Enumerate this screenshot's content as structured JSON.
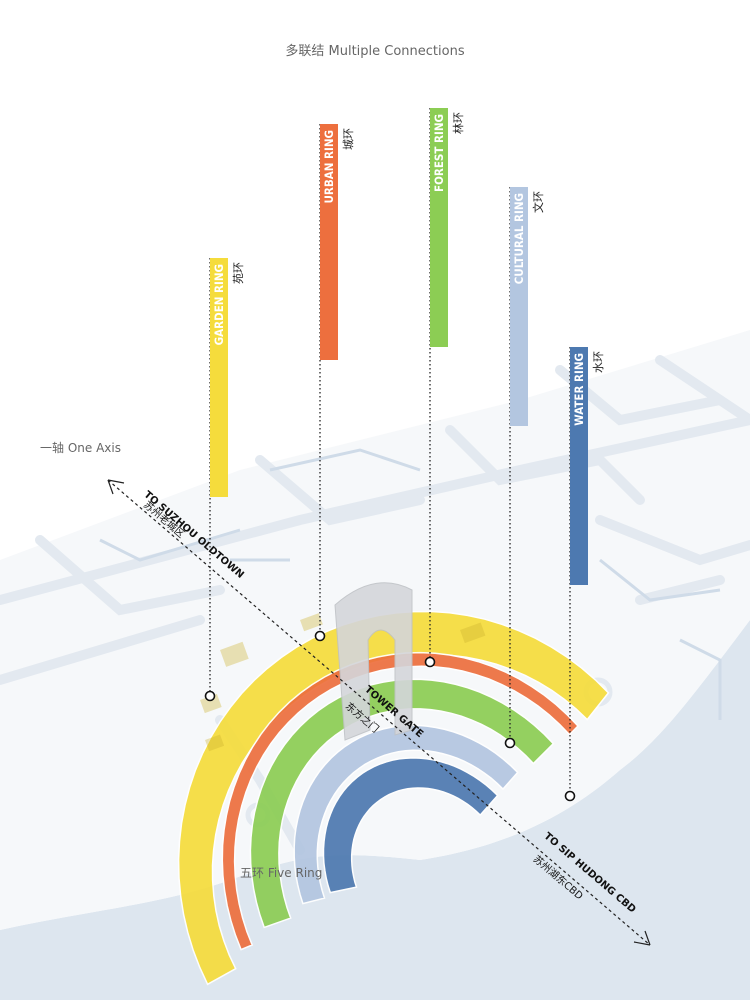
{
  "title": "多联结 Multiple Connections",
  "axis_label": "一轴 One Axis",
  "five_ring_label": "五环 Five Ring",
  "axis_ends": {
    "northwest": {
      "en": "TO SUZHOU OLDTOWN",
      "zh": "苏州老城区"
    },
    "southeast": {
      "en": "TO SIP HUDONG CBD",
      "zh": "苏州湖东CBD"
    },
    "center": {
      "en": "TOWER GATE",
      "zh": "东方之门"
    }
  },
  "rings": [
    {
      "key": "garden",
      "en": "GARDEN RING",
      "zh": "苑环",
      "color": "#f5dc3c"
    },
    {
      "key": "urban",
      "en": "URBAN RING",
      "zh": "城环",
      "color": "#ed6f3e"
    },
    {
      "key": "forest",
      "en": "FOREST RING",
      "zh": "林环",
      "color": "#8ccd54"
    },
    {
      "key": "cultural",
      "en": "CULTURAL RING",
      "zh": "文环",
      "color": "#b3c6e0"
    },
    {
      "key": "water",
      "en": "WATER RING",
      "zh": "水环",
      "color": "#4d79b0"
    }
  ],
  "colors": {
    "water_area": "#dde6ef",
    "streets": "#e9eef4",
    "text": "#666666"
  }
}
